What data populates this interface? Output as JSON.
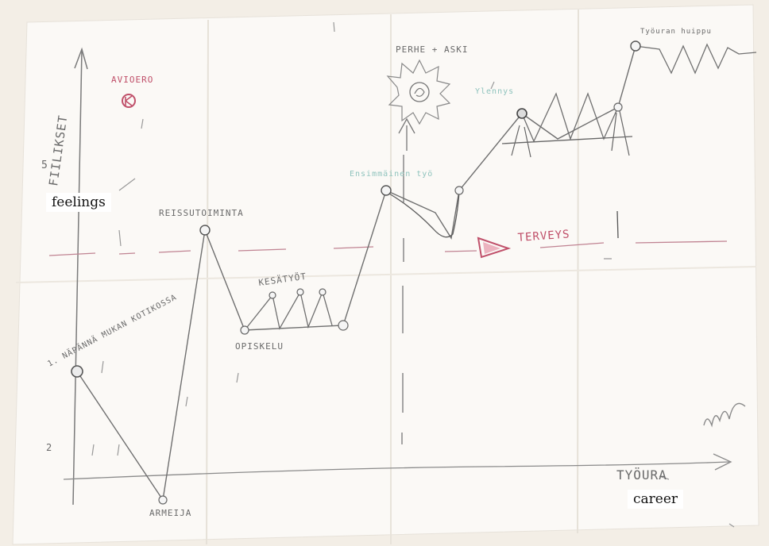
{
  "photo": {
    "axes": {
      "y_label": "FIILIKSET",
      "x_label": "TYÖURA",
      "y_tick_top": "5",
      "y_tick_bottom": "2"
    },
    "milestones": {
      "start": "1. NÄPÄNNÄ MUKAN KOTIKOSSA",
      "low_point": "ARMEIJA",
      "travel_peak": "REISSUTOIMINTA",
      "studies": "OPISKELU",
      "side_jobs": "KESÄTYÖT",
      "family": "PERHE + ASKI",
      "first_job": "Ensimmäinen työ",
      "promotion": "Ylennys",
      "top": "Työuran huippu",
      "divorce": "AVIOERO",
      "health": "TERVEYS"
    },
    "overlay": {
      "feelings": "feelings",
      "career": "career"
    },
    "colors": {
      "paper": "#fbf9f6",
      "pencil": "#6a6a6a",
      "teal": "#8fc3bd",
      "pink": "#c0506a",
      "background": "#f3eee6"
    }
  }
}
